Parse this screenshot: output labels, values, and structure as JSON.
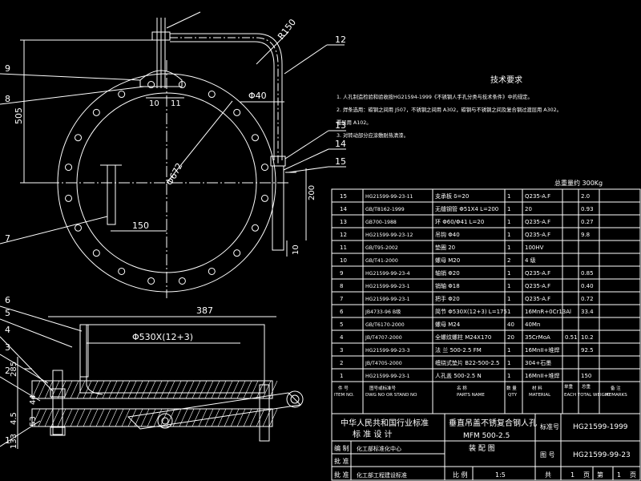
{
  "tech_requirements": {
    "heading": "技术要求",
    "items": [
      "1. 人孔制造检验和验收按HG21594-1999《不锈钢人手孔分类与技术条件》中的规定。",
      "2. 焊条选用：碳钢之间用 J507，不锈钢之间用 A302，碳钢与不锈钢之间及复合钢过渡层用 A302。",
      "   覆层用 A102。",
      "3. 对转动部分应涂敷耐热清漆。"
    ]
  },
  "total_weight": "总重量约 300Kg",
  "bom": {
    "rows": [
      {
        "no": "15",
        "code": "HG21599-99-23-11",
        "name": "支承板 δ=20",
        "qty": "1",
        "material": "Q235-A.F",
        "unit": "",
        "total": "2.0"
      },
      {
        "no": "14",
        "code": "GB/T8162-1999",
        "name": "无缝钢管 Φ51X4  L=200",
        "qty": "1",
        "material": "20",
        "unit": "",
        "total": "0.93"
      },
      {
        "no": "13",
        "code": "GB700-1988",
        "name": "环 Φ60/Φ41  L=20",
        "qty": "1",
        "material": "Q235-A.F",
        "unit": "",
        "total": "0.27"
      },
      {
        "no": "12",
        "code": "HG21599-99-23-12",
        "name": "吊钩 Φ40",
        "qty": "1",
        "material": "Q235-A.F",
        "unit": "",
        "total": "9.8"
      },
      {
        "no": "11",
        "code": "GB/T95-2002",
        "name": "垫圈 20",
        "qty": "1",
        "material": "100HV",
        "unit": "",
        "total": ""
      },
      {
        "no": "10",
        "code": "GB/T41-2000",
        "name": "螺母 M20",
        "qty": "2",
        "material": "4 级",
        "unit": "",
        "total": ""
      },
      {
        "no": "9",
        "code": "HG21599-99-23-4",
        "name": "轴销 Φ20",
        "qty": "1",
        "material": "Q235-A.F",
        "unit": "",
        "total": "0.85"
      },
      {
        "no": "8",
        "code": "HG21599-99-23-1",
        "name": "销轴 Φ18",
        "qty": "1",
        "material": "Q235-A.F",
        "unit": "",
        "total": "0.40"
      },
      {
        "no": "7",
        "code": "HG21599-99-23-1",
        "name": "把手 Φ20",
        "qty": "1",
        "material": "Q235-A.F",
        "unit": "",
        "total": "0.72"
      },
      {
        "no": "6",
        "code": "JB4733-96 B级",
        "name": "简节 Φ530X(12+3)  L=175",
        "qty": "1",
        "material": "16MnR+0Cr13Al",
        "unit": "",
        "total": "33.4"
      },
      {
        "no": "5",
        "code": "GB/T6170-2000",
        "name": "螺母 M24",
        "qty": "40",
        "material": "40Mn",
        "unit": "",
        "total": ""
      },
      {
        "no": "4",
        "code": "JB/T4707-2000",
        "name": "全螺纹螺柱 M24X170",
        "qty": "20",
        "material": "35CrMoA",
        "unit": "0.51",
        "total": "10.2"
      },
      {
        "no": "3",
        "code": "HG21599-99-23-3",
        "name": "法 兰  500-2.5 FM",
        "qty": "1",
        "material": "16MnII+堆焊",
        "unit": "",
        "total": "92.5"
      },
      {
        "no": "2",
        "code": "JB/T4705-2000",
        "name": "缠绕式垫片 B22-500-2.5",
        "qty": "1",
        "material": "304+石墨",
        "unit": "",
        "total": ""
      },
      {
        "no": "1",
        "code": "HG21599-99-23-1",
        "name": "人孔盖  500-2.5 N",
        "qty": "1",
        "material": "16MnII+堆焊",
        "unit": "",
        "total": "150"
      }
    ],
    "header": {
      "no_cn": "件 号",
      "no_en": "ITEM NO.",
      "code_cn": "图号或标准号",
      "code_en": "DWG NO OR STAND NO",
      "name_cn": "名    称",
      "name_en": "PARTS NAME",
      "qty_cn": "数 量",
      "qty_en": "QTY",
      "mat_cn": "材 料",
      "mat_en": "MATERIAL",
      "unit_cn": "单重",
      "total_cn": "总重",
      "weight_en": "EACH  TOTAL WEIGHT",
      "rem_cn": "备 注",
      "rem_en": "REMARKS"
    }
  },
  "title_block": {
    "org_line1": "中华人民共和国行业标准",
    "org_line2": "标  准  设  计",
    "title_line1": "垂直吊盖不锈复合钢人孔",
    "title_line2": "MFM 500-2.5",
    "title_line3": "装 配 图",
    "std_label": "标准号",
    "std_value": "HG21599-1999",
    "dwg_label": "图 号",
    "dwg_value": "HG21599-99-23",
    "compile_label": "编 制",
    "compile_value": "化工部标准化中心",
    "approve_label": "批 准",
    "approve_value": "化工部工程建设标准",
    "sheet_label": "共",
    "sheet_total": "1",
    "sheet_unit": "页",
    "sheet_no_label": "第",
    "sheet_no": "1",
    "sheet_no_unit": "页",
    "scale_label": "比 例",
    "scale_value": "1:5"
  },
  "dimensions": {
    "r150": "R150",
    "d40": "Φ40",
    "d672": "Φ672",
    "d530": "Φ530X(12+3)",
    "d505": "505",
    "d150": "150",
    "d387": "387",
    "d200": "200",
    "d10": "10",
    "d285": "285",
    "d44": "44",
    "d4_5": "4.5",
    "d53": "53",
    "d133": "133",
    "d10b": "10",
    "d11": "11"
  },
  "balloons": {
    "b12": "12",
    "b13": "13",
    "b14": "14",
    "b15": "15",
    "b9": "9",
    "b8": "8",
    "b7": "7",
    "b6": "6",
    "b5": "5",
    "b4": "4",
    "b3": "3",
    "b2": "2",
    "b1": "1"
  }
}
